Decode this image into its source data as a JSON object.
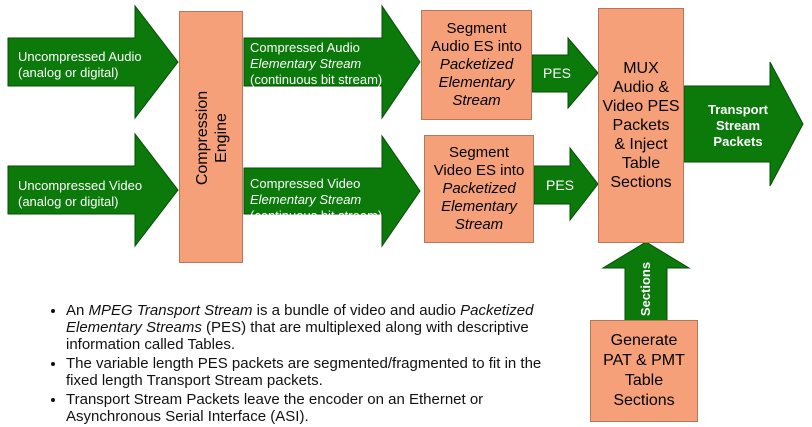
{
  "inputs": {
    "audio": [
      "Uncompressed Audio",
      "(analog or digital)"
    ],
    "video": [
      "Uncompressed Video",
      "(analog or digital)"
    ]
  },
  "compression_engine": [
    "Compression",
    "Engine"
  ],
  "compressed": {
    "audio": {
      "l1": "Compressed Audio",
      "l2": "Elementary Stream",
      "l3": "(continuous bit stream)"
    },
    "video": {
      "l1": "Compressed Video",
      "l2": "Elementary Stream",
      "l3": "(continuous bit stream)"
    }
  },
  "segment": {
    "audio": {
      "l1": "Segment",
      "l2": "Audio ES into",
      "l3": "Packetized",
      "l4": "Elementary",
      "l5": "Stream"
    },
    "video": {
      "l1": "Segment",
      "l2": "Video ES into",
      "l3": "Packetized",
      "l4": "Elementary",
      "l5": "Stream"
    }
  },
  "pes_label": "PES",
  "mux": [
    "MUX",
    "Audio &",
    "Video PES",
    "Packets",
    "& Inject",
    "Table",
    "Sections"
  ],
  "output": [
    "Transport",
    "Stream",
    "Packets"
  ],
  "sections_label": "Sections",
  "generate": [
    "Generate",
    "PAT & PMT",
    "Table",
    "Sections"
  ],
  "bullets": [
    {
      "a": "An ",
      "em": "MPEG Transport Stream",
      "b": " is a bundle of video and audio ",
      "em2": "Packetized Elementary Streams",
      "c": " (PES) that are multiplexed along with descriptive information called Tables."
    },
    {
      "a": "The variable length PES packets are segmented/fragmented to fit in the fixed length Transport Stream packets.",
      "em": "",
      "b": "",
      "em2": "",
      "c": ""
    },
    {
      "a": "Transport Stream Packets leave the encoder on an Ethernet or Asynchronous Serial Interface (ASI).",
      "em": "",
      "b": "",
      "em2": "",
      "c": ""
    }
  ],
  "colors": {
    "arrow": "#0b7a0b",
    "arrow_stroke": "#064d06",
    "box": "#f6a07a"
  }
}
